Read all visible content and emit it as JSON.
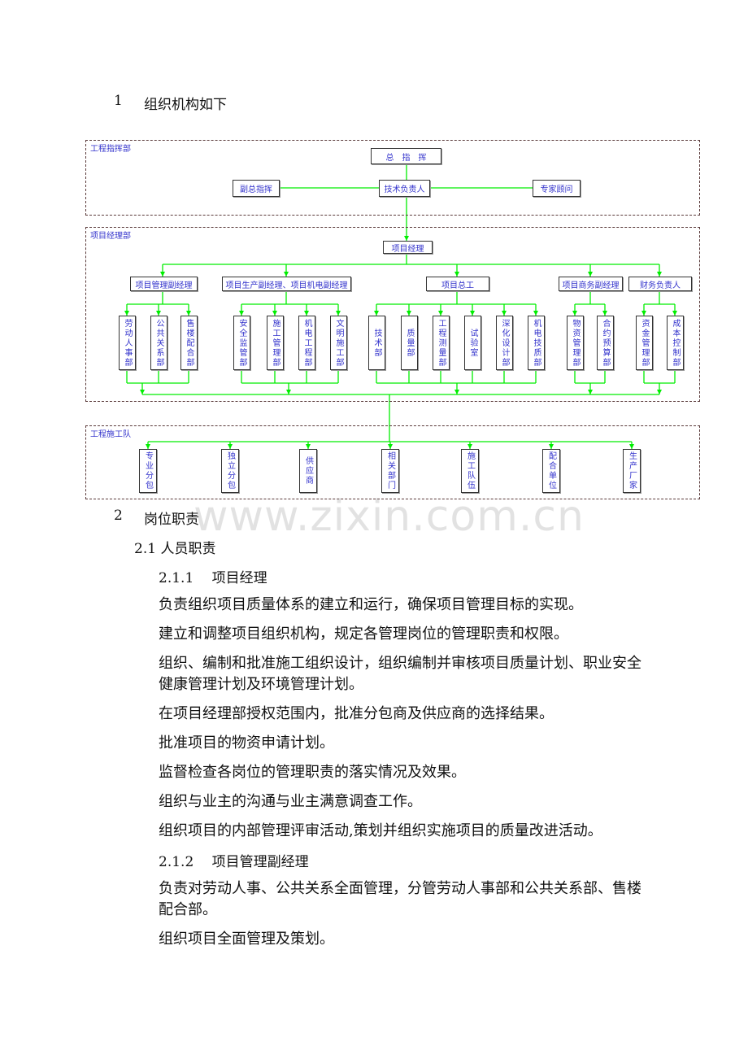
{
  "heading1": {
    "num": "1",
    "text": "组织机构如下"
  },
  "chart": {
    "sections": [
      "工程指挥部",
      "项目经理部",
      "工程施工队"
    ],
    "top": {
      "chief": "总　指　挥",
      "deputy": "副总指挥",
      "tech": "技术负责人",
      "expert": "专家顾问"
    },
    "pm": "项目经理",
    "managers": [
      "项目管理副经理",
      "项目生产副经理、项目机电副经理",
      "项目总工",
      "项目商务副经理",
      "财务负责人"
    ],
    "departments": [
      "劳动人事部",
      "公共关系部",
      "售楼配合部",
      "安全监管部",
      "施工管理部",
      "机电工程部",
      "文明施工部",
      "技术部",
      "质量部",
      "工程测量部",
      "试验室",
      "深化设计部",
      "机电技质部",
      "物资管理部",
      "合约预算部",
      "资金管理部",
      "成本控制部"
    ],
    "teams": [
      "专业分包",
      "独立分包",
      "供应商",
      "相关部门",
      "施工队伍",
      "配合单位",
      "生产厂家"
    ],
    "line_color": "#00ee00",
    "text_color": "#3333cc"
  },
  "watermark": "www.zixin.com.cn",
  "heading2": {
    "num": "2",
    "text": "岗位职责"
  },
  "heading21": "2.1  人员职责",
  "heading211": "2.1.1　 项目经理",
  "pm_duties": [
    "负责组织项目质量体系的建立和运行，确保项目管理目标的实现。",
    "建立和调整项目组织机构，规定各管理岗位的管理职责和权限。",
    "组织、编制和批准施工组织设计，组织编制并审核项目质量计划、职业安全健康管理计划及环境管理计划。",
    "在项目经理部授权范围内，批准分包商及供应商的选择结果。",
    "批准项目的物资申请计划。",
    "监督检查各岗位的管理职责的落实情况及效果。",
    "组织与业主的沟通与业主满意调查工作。",
    "组织项目的内部管理评审活动,策划并组织实施项目的质量改进活动。"
  ],
  "heading212": "2.1.2　 项目管理副经理",
  "deputy_duties": [
    "负责对劳动人事、公共关系全面管理，分管劳动人事部和公共关系部、售楼配合部。",
    "组织项目全面管理及策划。"
  ]
}
